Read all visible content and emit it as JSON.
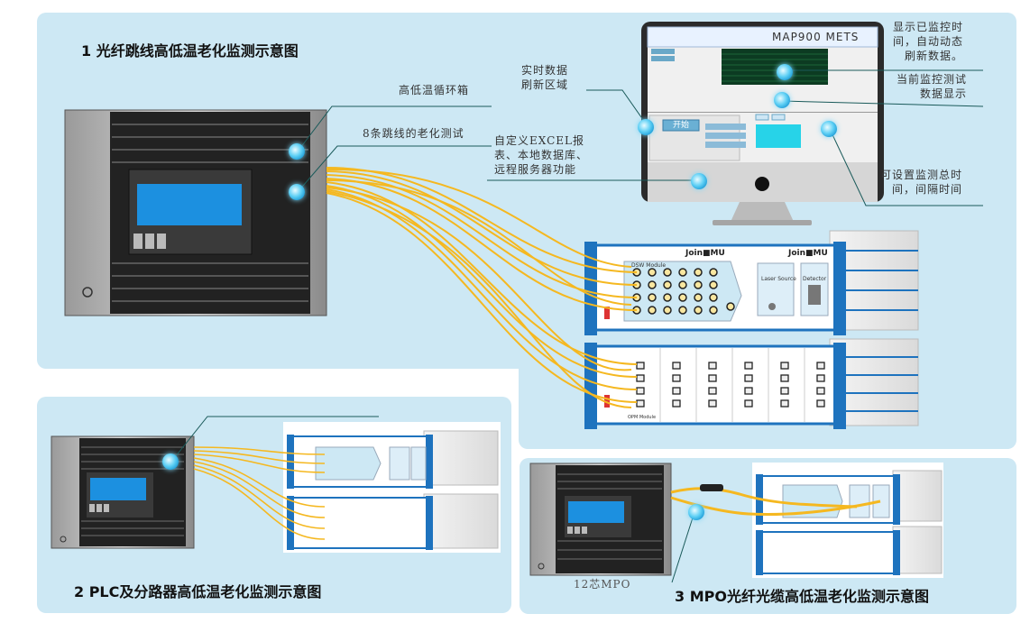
{
  "sections": {
    "s1_title": "1 光纤跳线高低温老化监测示意图",
    "s2_title": "2  PLC及分路器高低温老化监测示意图",
    "s3_title": "3  MPO光纤光缆高低温老化监测示意图"
  },
  "annotations": {
    "chamber": "高低温循环箱",
    "jumper_test": "8条跳线的老化测试",
    "refresh_area": "实时数据\n刷新区域",
    "excel": "自定义EXCEL报\n表、本地数据库、\n远程服务器功能",
    "show_time": "显示已监控时\n间，自动动态\n刷新数据。",
    "current_data": "当前监控测试\n数据显示",
    "set_time": "可设置监测总时\n间，间隔时间",
    "mpo": "12芯MPO"
  },
  "monitor": {
    "app_title": "MAP900 METS",
    "start_button": "开始"
  },
  "instrument": {
    "brand": "Join■MU",
    "dsw_module": "DSW Module",
    "laser_source": "Laser Source",
    "detector": "Detector",
    "opm_module": "OPM Module"
  },
  "colors": {
    "panel": "#cde8f4",
    "fiber": "#f5b820",
    "accent_blue": "#1e73be",
    "dot": "#33b8ea"
  }
}
